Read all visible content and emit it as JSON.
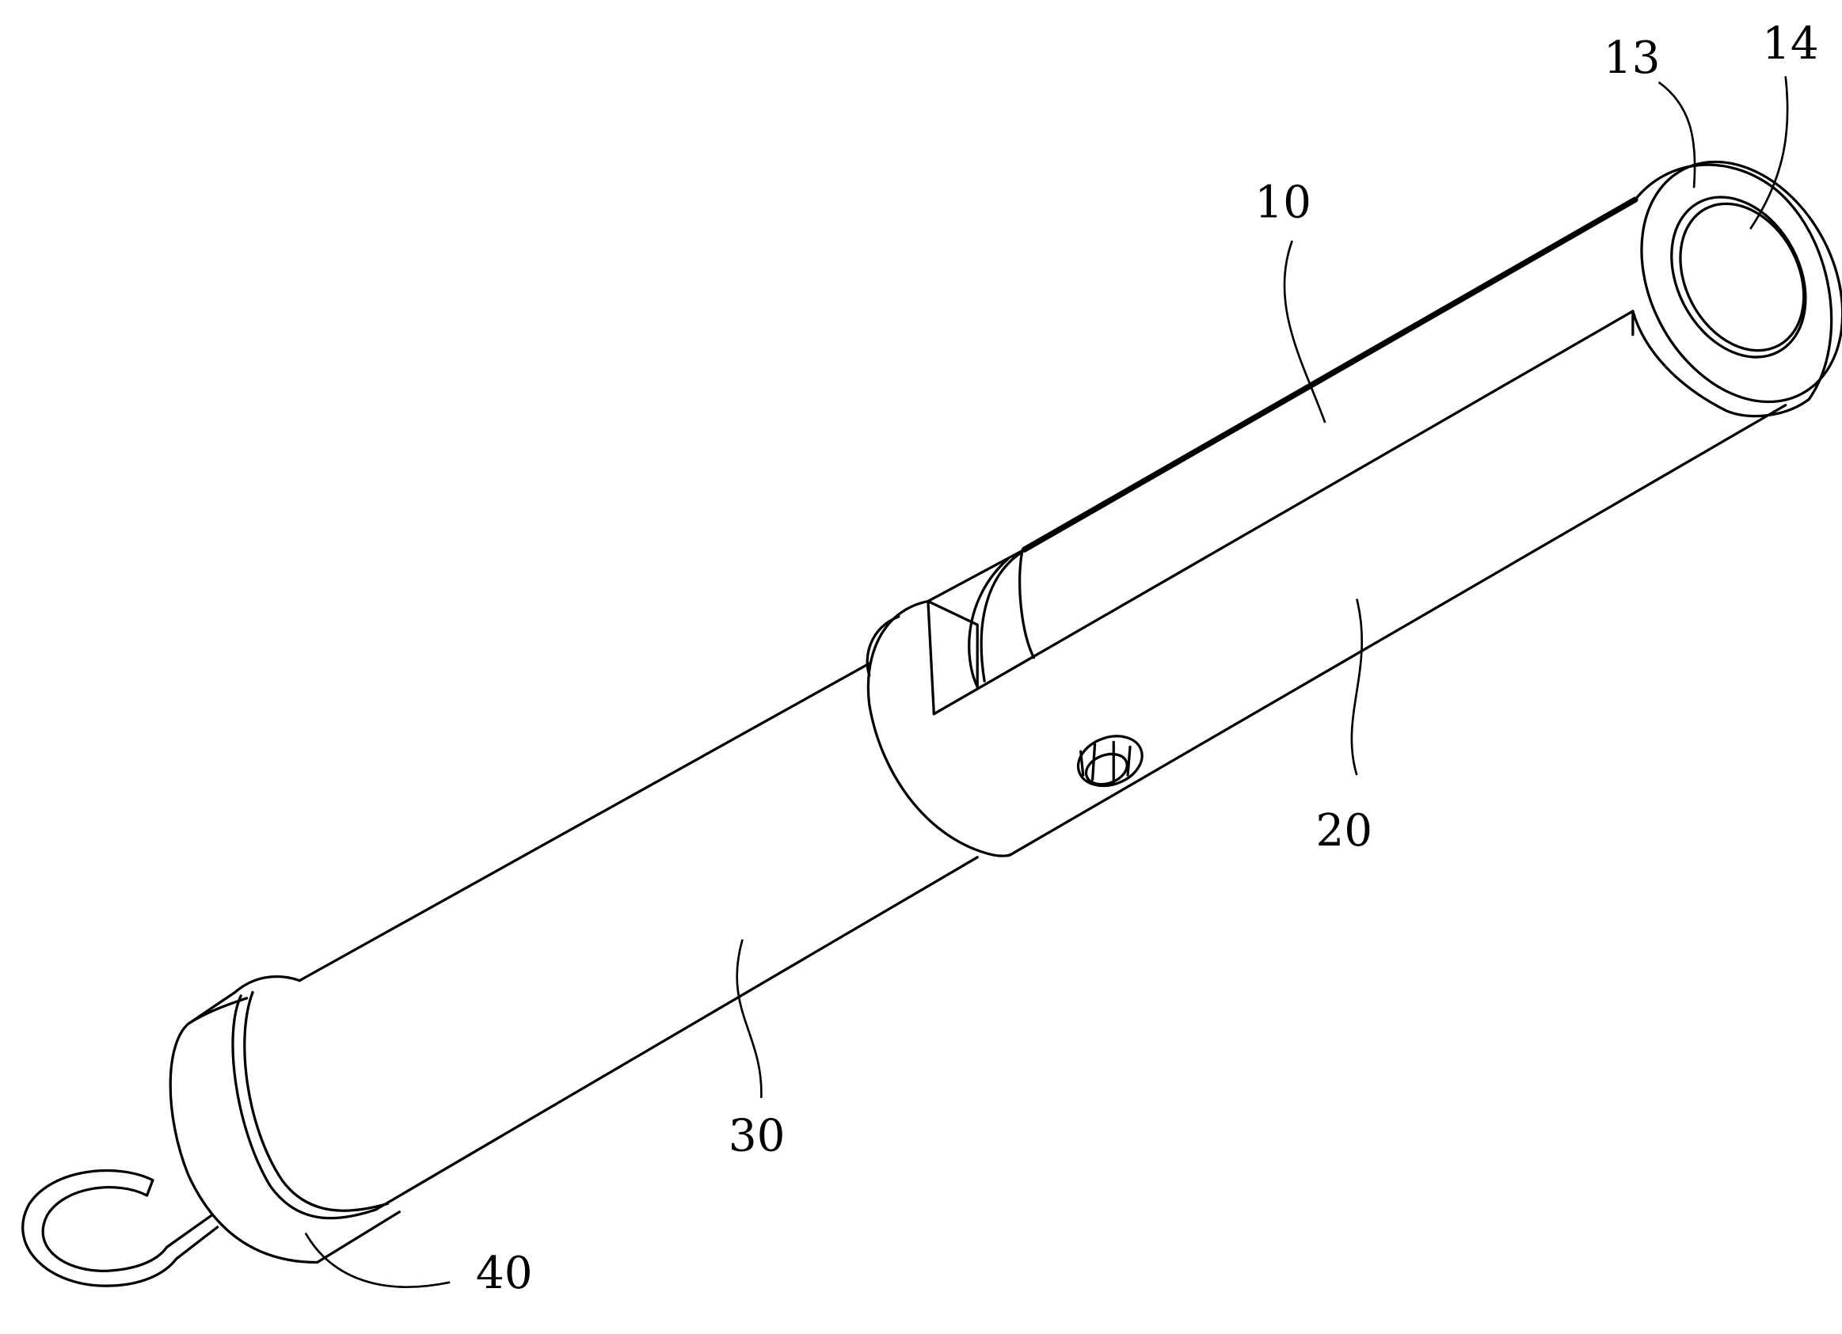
{
  "figure": {
    "labels": {
      "cap_ring": "13",
      "cap_face": "14",
      "outer_tube": "10",
      "middle_tube": "20",
      "inner_tube": "30",
      "end_collar": "40"
    }
  }
}
